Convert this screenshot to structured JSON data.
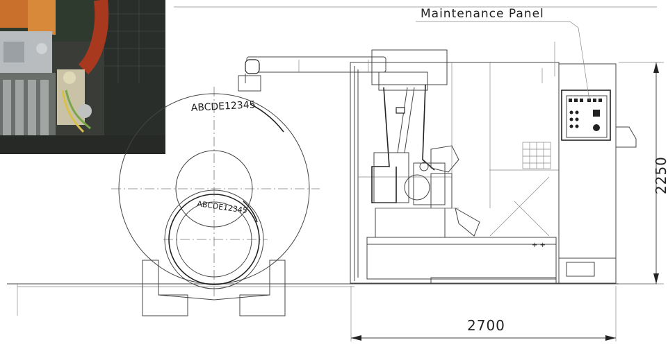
{
  "labels": {
    "maintenance_panel": "Maintenance Panel",
    "dimension_width": "2700",
    "dimension_height": "2250",
    "coil_marking_outer": "ABCDE12345",
    "coil_marking_inner": "ABCDE12345"
  },
  "colors": {
    "line": "#222222",
    "photo_dark": "#3c3f38",
    "photo_orange": "#c8702c",
    "photo_red_hose": "#a8391e"
  }
}
